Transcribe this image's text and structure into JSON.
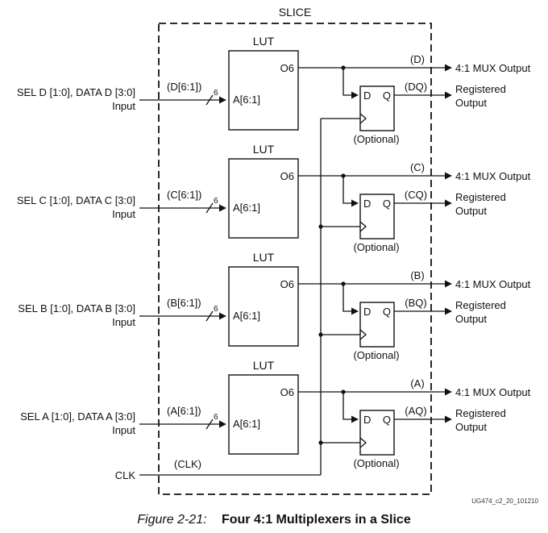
{
  "slice": {
    "title": "SLICE",
    "rows": [
      {
        "input_line1": "SEL D [1:0], DATA D [3:0]",
        "input_line2": "Input",
        "bus_label": "(D[6:1])",
        "bus_width": "6",
        "lut_title": "LUT",
        "lut_out": "O6",
        "lut_in": "A[6:1]",
        "ff_d": "D",
        "ff_q": "Q",
        "ff_note": "(Optional)",
        "mux_label": "(D)",
        "mux_text": "4:1 MUX Output",
        "reg_label": "(DQ)",
        "reg_line1": "Registered",
        "reg_line2": "Output"
      },
      {
        "input_line1": "SEL C [1:0], DATA C [3:0]",
        "input_line2": "Input",
        "bus_label": "(C[6:1])",
        "bus_width": "6",
        "lut_title": "LUT",
        "lut_out": "O6",
        "lut_in": "A[6:1]",
        "ff_d": "D",
        "ff_q": "Q",
        "ff_note": "(Optional)",
        "mux_label": "(C)",
        "mux_text": "4:1 MUX Output",
        "reg_label": "(CQ)",
        "reg_line1": "Registered",
        "reg_line2": "Output"
      },
      {
        "input_line1": "SEL B [1:0], DATA B [3:0]",
        "input_line2": "Input",
        "bus_label": "(B[6:1])",
        "bus_width": "6",
        "lut_title": "LUT",
        "lut_out": "O6",
        "lut_in": "A[6:1]",
        "ff_d": "D",
        "ff_q": "Q",
        "ff_note": "(Optional)",
        "mux_label": "(B)",
        "mux_text": "4:1 MUX Output",
        "reg_label": "(BQ)",
        "reg_line1": "Registered",
        "reg_line2": "Output"
      },
      {
        "input_line1": "SEL A [1:0], DATA A [3:0]",
        "input_line2": "Input",
        "bus_label": "(A[6:1])",
        "bus_width": "6",
        "lut_title": "LUT",
        "lut_out": "O6",
        "lut_in": "A[6:1]",
        "ff_d": "D",
        "ff_q": "Q",
        "ff_note": "(Optional)",
        "mux_label": "(A)",
        "mux_text": "4:1 MUX Output",
        "reg_label": "(AQ)",
        "reg_line1": "Registered",
        "reg_line2": "Output"
      }
    ],
    "clk_label": "CLK",
    "clk_net": "(CLK)",
    "doc_id": "UG474_c2_20_101210"
  },
  "caption": {
    "figure": "Figure 2-21:",
    "title": "Four 4:1 Multiplexers in a Slice"
  }
}
